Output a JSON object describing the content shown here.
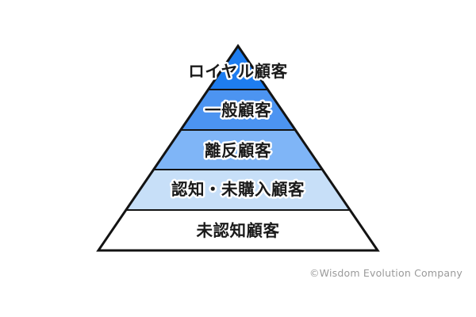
{
  "pyramid": {
    "levels": [
      {
        "label": "ロイヤル顧客",
        "color": "#1e7df0"
      },
      {
        "label": "一般顧客",
        "color": "#4c94f1"
      },
      {
        "label": "離反顧客",
        "color": "#7fb5f7"
      },
      {
        "label": "認知・未購入顧客",
        "color": "#c7dff8"
      },
      {
        "label": "未認知顧客",
        "color": "#ffffff"
      }
    ],
    "outline_color": "#131313",
    "label_text_color": "#1a1a1a",
    "label_halo_color": "#ffffff"
  },
  "footer": {
    "copyright": "©Wisdom Evolution Company",
    "color": "#9a9a9a"
  }
}
